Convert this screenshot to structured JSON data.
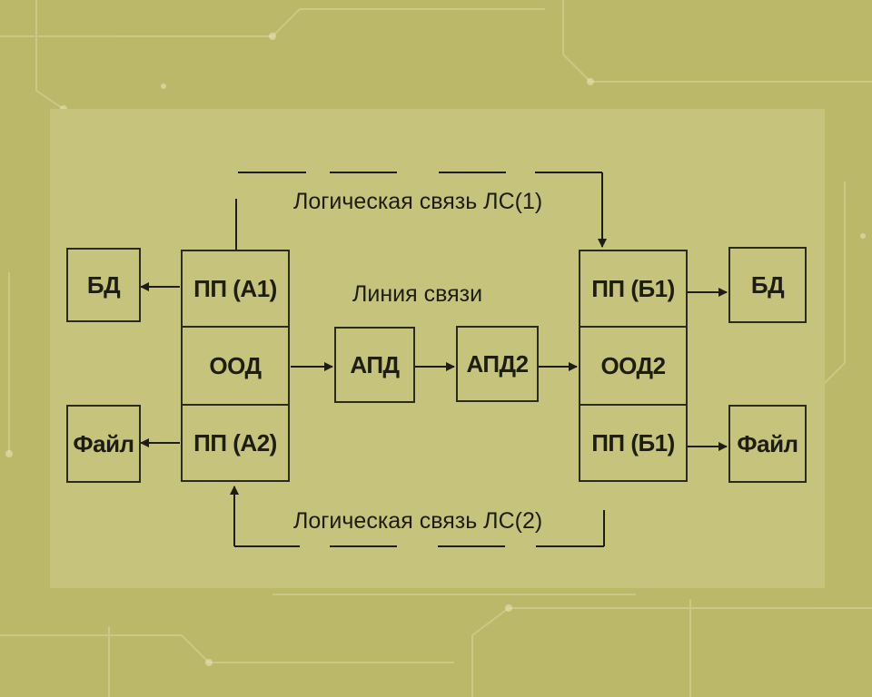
{
  "diagram": {
    "left_side": {
      "db": "БД",
      "pp_a1": "ПП (А1)",
      "ood": "ООД",
      "pp_a2": "ПП (А2)",
      "file": "Файл"
    },
    "middle": {
      "line_label": "Линия связи",
      "apd": "АПД",
      "apd2": "АПД2"
    },
    "right_side": {
      "pp_b1_top": "ПП (Б1)",
      "ood2": "ООД2",
      "pp_b1_bottom": "ПП (Б1)",
      "db": "БД",
      "file": "Файл"
    },
    "logical_links": {
      "top": "Логическая связь ЛС(1)",
      "bottom": "Логическая связь ЛС(2)"
    }
  },
  "colors": {
    "background": "#bcb86a",
    "panel": "#c6c37c",
    "ink": "#1d1d12"
  }
}
